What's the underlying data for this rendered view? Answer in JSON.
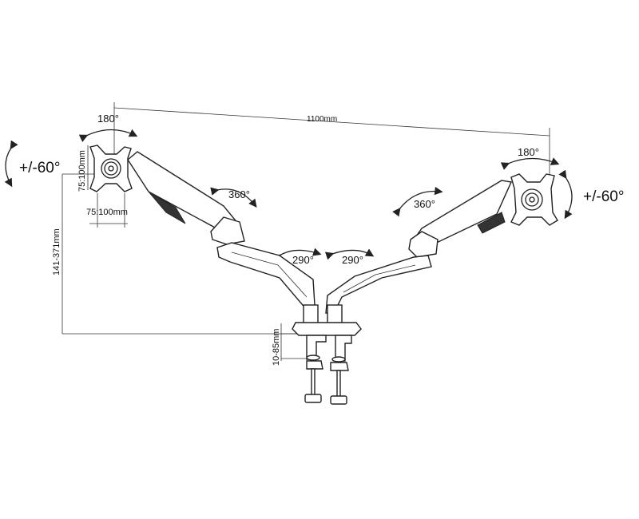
{
  "labels": {
    "span": "1100mm",
    "height_range": "141-371mm",
    "clamp_range": "10-85mm",
    "left_vesa_vertical": "75:100mm",
    "left_vesa_horizontal": "75:100mm",
    "left_rotate": "180°",
    "right_rotate": "180°",
    "left_tilt": "+/-60°",
    "right_tilt": "+/-60°",
    "left_swivel": "360°",
    "right_swivel": "360°",
    "left_arm_swivel": "290°",
    "right_arm_swivel": "290°"
  }
}
